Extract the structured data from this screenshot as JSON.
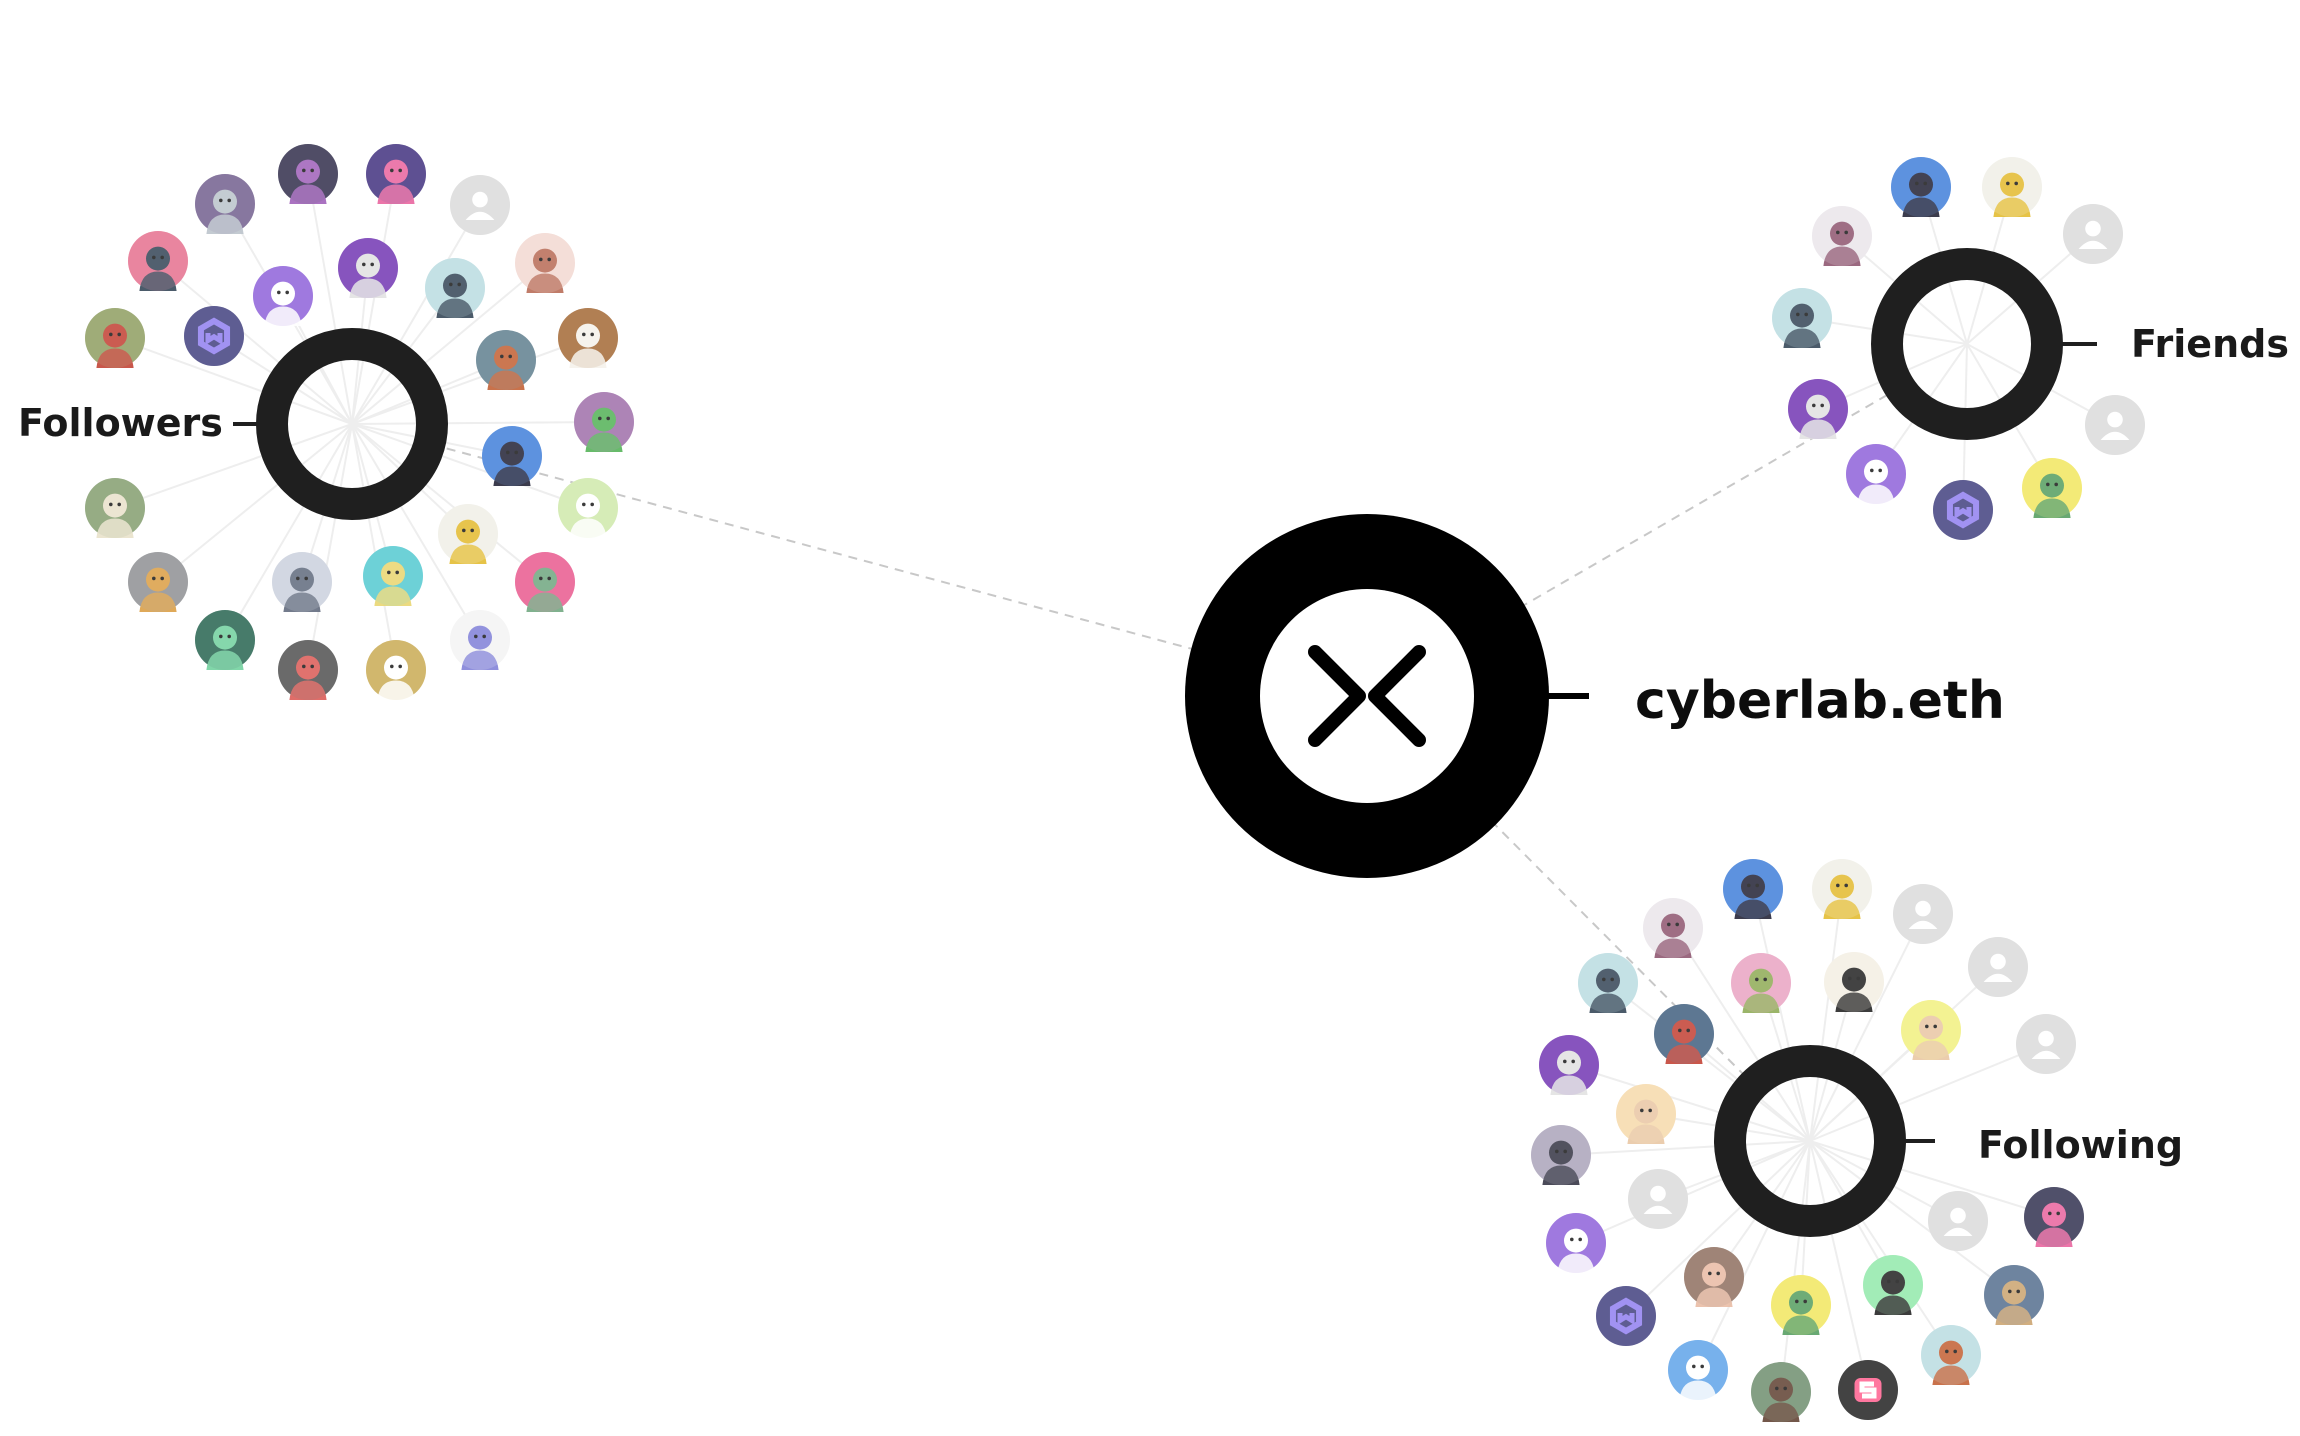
{
  "center": {
    "name": "cyberlab.eth",
    "icon": "cyberconnect-logo-icon",
    "color": "#000000"
  },
  "groups": {
    "followers": {
      "label": "Followers",
      "avatars": [
        {
          "icon": "pixel-ape-red-icon",
          "bg": "#8a9a5b",
          "fg": "#c0392b"
        },
        {
          "icon": "gasmask-avatar-icon",
          "bg": "#e56b8a",
          "fg": "#2c3e50"
        },
        {
          "icon": "alien-avatar-icon",
          "bg": "#6d5a8a",
          "fg": "#b8c1c9"
        },
        {
          "icon": "space-scene-icon",
          "bg": "#2a2745",
          "fg": "#9b59b6"
        },
        {
          "icon": "astronaut-avatar-icon",
          "bg": "#3b2a7a",
          "fg": "#e85d9a"
        },
        {
          "icon": "default-user-icon",
          "bg": "#d9d9d9",
          "fg": "#ffffff"
        },
        {
          "icon": "anime-girl-icon",
          "bg": "#f2d7d0",
          "fg": "#b5654f"
        },
        {
          "icon": "bulldog-avatar-icon",
          "bg": "#a0632e",
          "fg": "#f4f1ea"
        },
        {
          "icon": "pixel-punk-green-icon",
          "bg": "#9b6aa6",
          "fg": "#4caf50"
        },
        {
          "icon": "cow-avatar-icon",
          "bg": "#cde8a8",
          "fg": "#ffffff"
        },
        {
          "icon": "zombie-avatar-icon",
          "bg": "#e8548a",
          "fg": "#6aa37a"
        },
        {
          "icon": "toy-figure-icon",
          "bg": "#f3f3f3",
          "fg": "#7b7bd6"
        },
        {
          "icon": "chicken-avatar-icon",
          "bg": "#c7a84e",
          "fg": "#ffffff"
        },
        {
          "icon": "rooster-avatar-icon",
          "bg": "#4a4a4a",
          "fg": "#d9534f"
        },
        {
          "icon": "alien-green-icon",
          "bg": "#1f5e4a",
          "fg": "#6bcf9a"
        },
        {
          "icon": "lion-avatar-icon",
          "bg": "#8a8c8f",
          "fg": "#d99a3c"
        },
        {
          "icon": "warrior-avatar-icon",
          "bg": "#7f9a6a",
          "fg": "#e8e0c8"
        },
        {
          "icon": "cyber-hexagon-icon",
          "bg": "#3b3a7a",
          "fg": "#8d7bf0"
        },
        {
          "icon": "robot-purple-icon",
          "bg": "#8a5cd8",
          "fg": "#ffffff"
        },
        {
          "icon": "grey-hair-avatar-icon",
          "bg": "#6d2fb0",
          "fg": "#e0e0e0"
        },
        {
          "icon": "penguin-avatar-icon",
          "bg": "#b7dbe0",
          "fg": "#2c3e50"
        },
        {
          "icon": "pixel-punk-orange-icon",
          "bg": "#5a7a8a",
          "fg": "#c0592b"
        },
        {
          "icon": "blue-hair-avatar-icon",
          "bg": "#3a7ad8",
          "fg": "#1a1a2e"
        },
        {
          "icon": "gold-figure-icon",
          "bg": "#efeee6",
          "fg": "#e2b827"
        },
        {
          "icon": "pixel-map-icon",
          "bg": "#4ec7cf",
          "fg": "#e8d36a"
        },
        {
          "icon": "anime-silver-icon",
          "bg": "#c9cfdc",
          "fg": "#5a6478"
        }
      ]
    },
    "friends": {
      "label": "Friends",
      "avatars": [
        {
          "icon": "blue-hair-avatar-icon",
          "bg": "#3a7ad8",
          "fg": "#1a1a2e"
        },
        {
          "icon": "gold-figure-icon",
          "bg": "#efeee6",
          "fg": "#e2b827"
        },
        {
          "icon": "default-user-icon",
          "bg": "#d9d9d9",
          "fg": "#ffffff"
        },
        {
          "icon": "default-user-icon",
          "bg": "#d9d9d9",
          "fg": "#ffffff"
        },
        {
          "icon": "green-frog-icon",
          "bg": "#f1e65a",
          "fg": "#4f9a5a"
        },
        {
          "icon": "cyber-hexagon-icon",
          "bg": "#3b3a7a",
          "fg": "#8d7bf0"
        },
        {
          "icon": "robot-purple-icon",
          "bg": "#8a5cd8",
          "fg": "#ffffff"
        },
        {
          "icon": "grey-hair-avatar-icon",
          "bg": "#6d2fb0",
          "fg": "#e0e0e0"
        },
        {
          "icon": "penguin-avatar-icon",
          "bg": "#b7dbe0",
          "fg": "#2c3e50"
        },
        {
          "icon": "anime-silver-icon",
          "bg": "#e9e4ea",
          "fg": "#8a4f6a"
        }
      ]
    },
    "following": {
      "label": "Following",
      "avatars": [
        {
          "icon": "blue-hair-avatar-icon",
          "bg": "#3a7ad8",
          "fg": "#1a1a2e"
        },
        {
          "icon": "gold-figure-icon",
          "bg": "#efeee6",
          "fg": "#e2b827"
        },
        {
          "icon": "default-user-icon",
          "bg": "#d9d9d9",
          "fg": "#ffffff"
        },
        {
          "icon": "default-user-icon",
          "bg": "#d9d9d9",
          "fg": "#ffffff"
        },
        {
          "icon": "default-user-icon",
          "bg": "#d9d9d9",
          "fg": "#ffffff"
        },
        {
          "icon": "nyan-cat-icon",
          "bg": "#2a2a4a",
          "fg": "#e85d9a"
        },
        {
          "icon": "ape-blue-icon",
          "bg": "#4f6a8a",
          "fg": "#c9a06a"
        },
        {
          "icon": "fox-avatar-icon",
          "bg": "#b7dbe0",
          "fg": "#c0592b"
        },
        {
          "icon": "s-logo-icon",
          "bg": "#1a1a1a",
          "fg": "#ff5a8a"
        },
        {
          "icon": "person-photo-icon",
          "bg": "#6a8a6a",
          "fg": "#5a3a2a"
        },
        {
          "icon": "blue-robot-icon",
          "bg": "#5aa0e8",
          "fg": "#ffffff"
        },
        {
          "icon": "cyber-hexagon-icon",
          "bg": "#3b3a7a",
          "fg": "#8d7bf0"
        },
        {
          "icon": "robot-purple-icon",
          "bg": "#8a5cd8",
          "fg": "#ffffff"
        },
        {
          "icon": "pirate-avatar-icon",
          "bg": "#a8a0b8",
          "fg": "#2c2c3c"
        },
        {
          "icon": "grey-hair-avatar-icon",
          "bg": "#6d2fb0",
          "fg": "#e0e0e0"
        },
        {
          "icon": "penguin-avatar-icon",
          "bg": "#b7dbe0",
          "fg": "#2c3e50"
        },
        {
          "icon": "anime-silver-icon",
          "bg": "#e9e4ea",
          "fg": "#8a4f6a"
        },
        {
          "icon": "frog-pink-icon",
          "bg": "#e8a0c0",
          "fg": "#8aa84f"
        },
        {
          "icon": "bunny-avatar-icon",
          "bg": "#f3eee2",
          "fg": "#1a1a1a"
        },
        {
          "icon": "pixel-punk-bald-icon",
          "bg": "#f1ef7a",
          "fg": "#e8c4a0"
        },
        {
          "icon": "default-user-icon",
          "bg": "#d9d9d9",
          "fg": "#ffffff"
        },
        {
          "icon": "sneaker-icon",
          "bg": "#8ee8a8",
          "fg": "#1a1a1a"
        },
        {
          "icon": "green-frog-icon",
          "bg": "#f1e65a",
          "fg": "#4f9a5a"
        },
        {
          "icon": "planet-avatar-icon",
          "bg": "#8a6a5a",
          "fg": "#e8b8a0"
        },
        {
          "icon": "default-user-icon",
          "bg": "#d9d9d9",
          "fg": "#ffffff"
        },
        {
          "icon": "pixel-punk-peach-icon",
          "bg": "#f6d8a8",
          "fg": "#e8c4a0"
        },
        {
          "icon": "pixel-punk-shades-icon",
          "bg": "#3a5a7a",
          "fg": "#c0392b"
        }
      ]
    }
  },
  "colors": {
    "hub": "#1f1f1f",
    "edge": "#c8c8c8",
    "spoke": "#eeeeee"
  }
}
